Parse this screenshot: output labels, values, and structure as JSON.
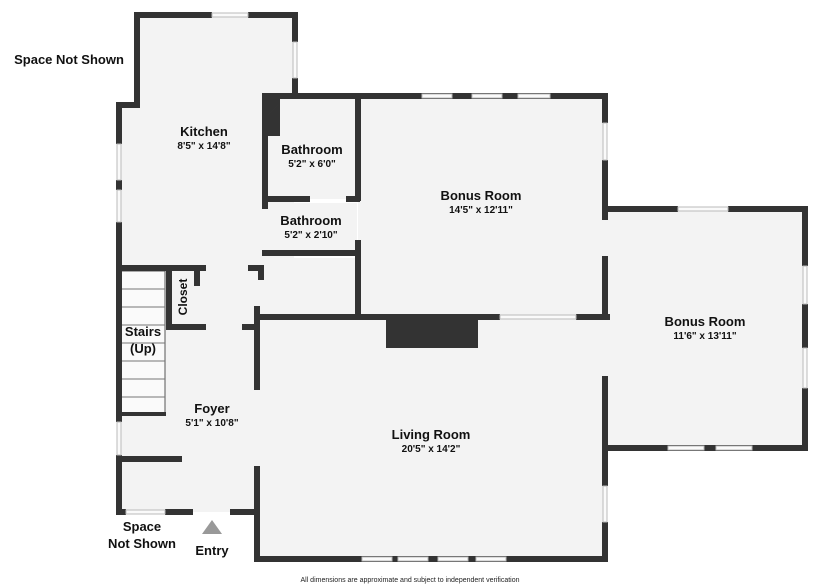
{
  "rooms": {
    "kitchen": {
      "name": "Kitchen",
      "dims": "8'5\" x 14'8\""
    },
    "bathroom_upper": {
      "name": "Bathroom",
      "dims": "5'2\" x 6'0\""
    },
    "bathroom_lower": {
      "name": "Bathroom",
      "dims": "5'2\" x 2'10\""
    },
    "bonus_room_1": {
      "name": "Bonus Room",
      "dims": "14'5\" x 12'11\""
    },
    "bonus_room_2": {
      "name": "Bonus Room",
      "dims": "11'6\" x 13'11\""
    },
    "closet": {
      "name": "Closet"
    },
    "stairs": {
      "name": "Stairs",
      "note": "(Up)"
    },
    "foyer": {
      "name": "Foyer",
      "dims": "5'1\" x 10'8\""
    },
    "living_room": {
      "name": "Living Room",
      "dims": "20'5\" x 14'2\""
    }
  },
  "notes": {
    "space_not_shown_top": "Space Not Shown",
    "space_not_shown_bottom_line1": "Space",
    "space_not_shown_bottom_line2": "Not Shown",
    "entry": "Entry"
  },
  "footer": "All dimensions are approximate and subject to independent verification",
  "colors": {
    "wall": "#333333",
    "floor": "#f3f3f3",
    "window": "#cccccc",
    "entry_marker": "#999999"
  }
}
